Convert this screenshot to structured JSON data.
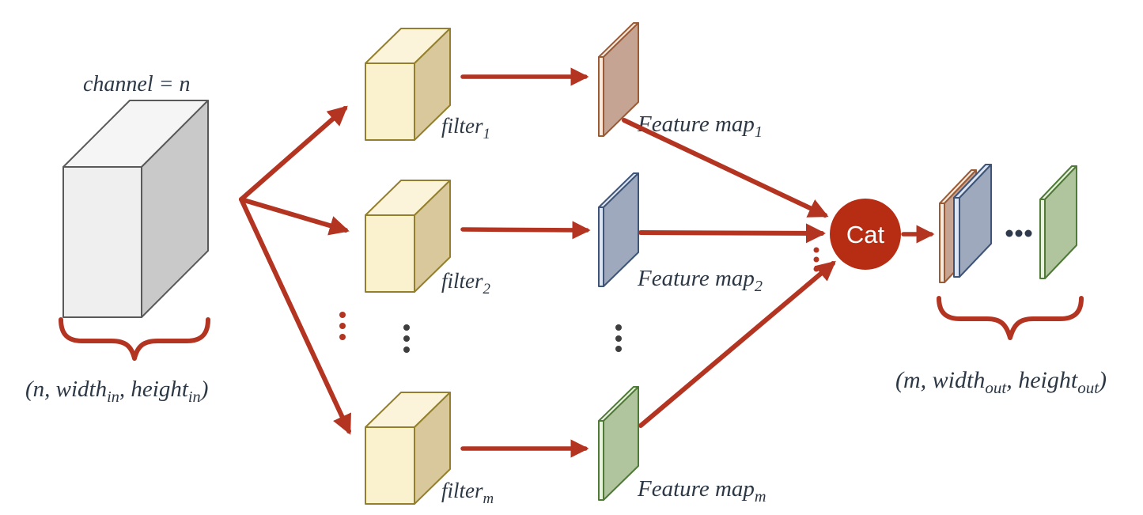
{
  "colors": {
    "arrow_red": "#B43422",
    "cat_fill": "#B72D13",
    "cat_text": "#FFFFFF",
    "label_text": "#2C3845",
    "input_box_front": "#EFEFEF",
    "input_box_top": "#F5F5F5",
    "input_box_side": "#C9C9C9",
    "input_box_stroke": "#595959",
    "filter_front": "#FAF1CF",
    "filter_top": "#FBF4DA",
    "filter_side": "#D8C89B",
    "filter_stroke": "#94802C",
    "feature_map_1_face": "#C6A493",
    "feature_map_1_edge": "#F8EADD",
    "feature_map_1_stroke": "#9A5B36",
    "feature_map_2_face": "#9FA9BD",
    "feature_map_2_edge": "#DEE5F2",
    "feature_map_2_stroke": "#3E5577",
    "feature_map_m_face": "#B0C49D",
    "feature_map_m_edge": "#EAF2E0",
    "feature_map_m_stroke": "#4F7A38",
    "ellipsis_dark": "#3E3E3E",
    "ellipsis_red": "#B43422",
    "output_ellipsis": "#2F3A4D"
  },
  "input": {
    "channel_label": "channel = n",
    "dim_label": {
      "p0": "(n, width",
      "s0": "in",
      "p1": ", height",
      "s1": "in",
      "p2": ")"
    }
  },
  "filters": [
    {
      "label": {
        "p0": "filter",
        "s0": "1"
      }
    },
    {
      "label": {
        "p0": "filter",
        "s0": "2"
      }
    },
    {
      "label": {
        "p0": "filter",
        "s0": "m"
      }
    }
  ],
  "feature_maps": [
    {
      "label": {
        "p0": "Feature map",
        "s0": "1"
      }
    },
    {
      "label": {
        "p0": "Feature map",
        "s0": "2"
      }
    },
    {
      "label": {
        "p0": "Feature map",
        "s0": "m"
      }
    }
  ],
  "cat": {
    "label": "Cat"
  },
  "output": {
    "dim_label": {
      "p0": "(m, width",
      "s0": "out",
      "p1": ", height",
      "s1": "out",
      "p2": ")"
    }
  }
}
